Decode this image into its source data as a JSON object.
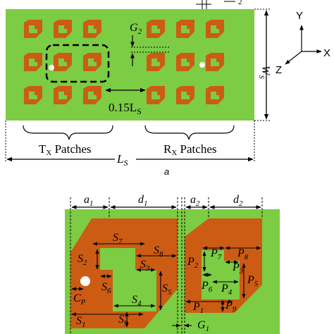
{
  "colors": {
    "substrate": "#7ccc44",
    "patch": "#cc5c14",
    "feed": "#ffffff",
    "ink": "#000000"
  },
  "top": {
    "g2_label": "G",
    "g2_sub": "2",
    "spacing_label": "0.15L",
    "spacing_sub": "S",
    "ws_label": "W",
    "ws_sub": "S",
    "ls_label": "L",
    "ls_sub": "S",
    "tx_label": "T",
    "tx_sub": "X",
    "tx_rest": " Patches",
    "rx_label": "R",
    "rx_sub": "X",
    "rx_rest": " Patches",
    "corner_sub": "2",
    "caption": "a"
  },
  "axes": {
    "y": "Y",
    "x": "X",
    "z": "Z"
  },
  "bottom": {
    "a1": "a",
    "a1_sub": "1",
    "d1": "d",
    "d1_sub": "1",
    "a2": "a",
    "a2_sub": "2",
    "d2": "d",
    "d2_sub": "2",
    "labels": [
      {
        "t": "S",
        "s": "7"
      },
      {
        "t": "S",
        "s": "8"
      },
      {
        "t": "S",
        "s": "2"
      },
      {
        "t": "S",
        "s": "3"
      },
      {
        "t": "S",
        "s": "6"
      },
      {
        "t": "S",
        "s": "5"
      },
      {
        "t": "S",
        "s": "4"
      },
      {
        "t": "S",
        "s": "1"
      },
      {
        "t": "S",
        "s": "9"
      },
      {
        "t": "C",
        "s": "P"
      },
      {
        "t": "P",
        "s": "7"
      },
      {
        "t": "P",
        "s": "8"
      },
      {
        "t": "P",
        "s": "2"
      },
      {
        "t": "P",
        "s": "3"
      },
      {
        "t": "P",
        "s": "6"
      },
      {
        "t": "P",
        "s": "4"
      },
      {
        "t": "P",
        "s": "5"
      },
      {
        "t": "P",
        "s": "1"
      },
      {
        "t": "P",
        "s": "9"
      },
      {
        "t": "G",
        "s": "1"
      }
    ]
  }
}
